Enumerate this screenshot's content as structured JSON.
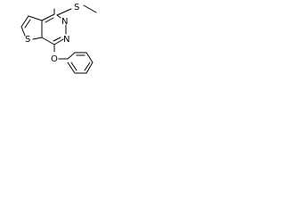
{
  "molecule": {
    "atoms": {
      "S_methylthio": "S",
      "N_top": "N",
      "N_right": "N",
      "S_thiophene": "S",
      "O_ether": "O"
    },
    "colors": {
      "ink": "#000000",
      "background": "#ffffff"
    }
  }
}
